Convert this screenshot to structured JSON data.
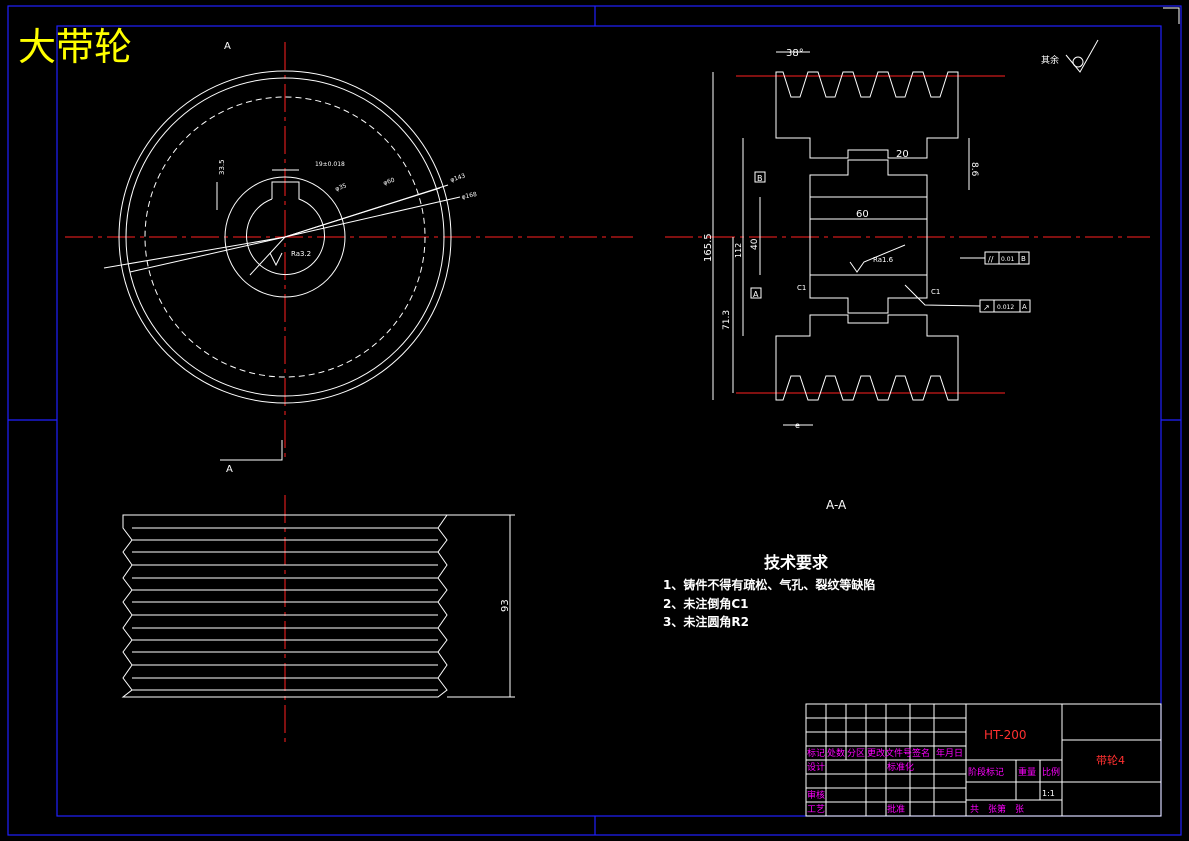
{
  "drawing_title": "大带轮",
  "section_mark_top": "A",
  "section_mark_bottom": "A",
  "section_view_label": "A-A",
  "front_view": {
    "keyway_width": "19±0.018",
    "keyway_depth": "33.5",
    "bore_roughness": "Ra3.2",
    "dim_d1": "φ35",
    "dim_d2": "φ60",
    "dim_d3": "φ143",
    "dim_d4": "φ168"
  },
  "section_view": {
    "groove_angle": "38°",
    "dim_20": "20",
    "dim_8_6": "8.6",
    "dim_60": "60",
    "dim_165_5": "165.5",
    "dim_40": "40",
    "dim_112": "112",
    "dim_71_3": "71.3",
    "roughness": "Ra1.6",
    "chamfer_left": "C1",
    "chamfer_right": "C1",
    "pitch": "e",
    "datum_a": "A",
    "datum_b": "B",
    "tol_parallel_value": "0.01",
    "tol_parallel_datum": "B",
    "tol_runout_value": "0.012",
    "tol_runout_datum": "A",
    "surface_note": "其余"
  },
  "side_view": {
    "width_dim": "93"
  },
  "tech_requirements": {
    "title": "技术要求",
    "items": [
      "1、铸件不得有疏松、气孔、裂纹等缺陷",
      "2、未注倒角C1",
      "3、未注圆角R2"
    ]
  },
  "title_block": {
    "material": "HT-200",
    "part_name": "带轮4",
    "labels": [
      "标记",
      "处数",
      "分区",
      "更改文件号",
      "签名",
      "年月日"
    ],
    "design": "设计",
    "standardization": "标准化",
    "review": "审核",
    "process": "工艺",
    "approve": "批准",
    "stage_mark": "阶段标记",
    "weight": "重量",
    "scale": "比例",
    "scale_value": "1:1",
    "sheets": "共　张第　张"
  }
}
